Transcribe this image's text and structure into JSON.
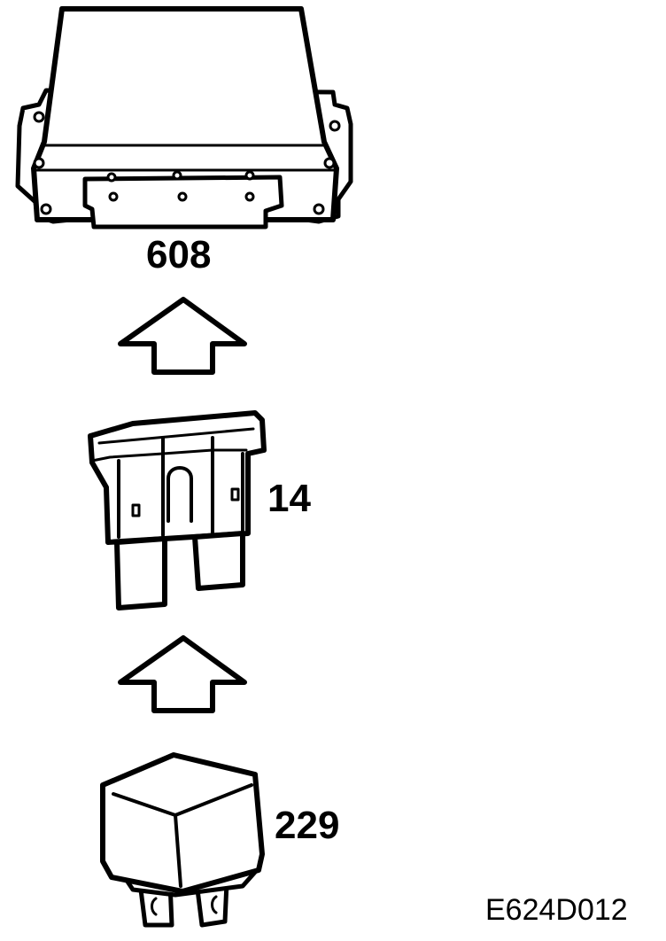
{
  "components": {
    "ecu": {
      "label": "608"
    },
    "fuse": {
      "label": "14"
    },
    "relay": {
      "label": "229"
    }
  },
  "reference_code": "E624D012",
  "colors": {
    "line": "#000000",
    "fill": "#ffffff"
  }
}
